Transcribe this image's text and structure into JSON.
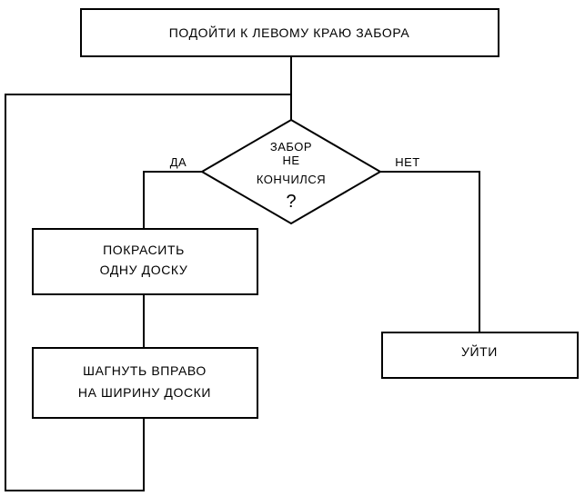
{
  "flowchart": {
    "start_box": {
      "text": "ПОДОЙТИ К ЛЕВОМУ КРАЮ ЗАБОРА"
    },
    "decision": {
      "line1": "ЗАБОР",
      "line2": "НЕ",
      "line3": "КОНЧИЛСЯ",
      "line4": "?"
    },
    "yes_label": "ДА",
    "no_label": "НЕТ",
    "paint_box": {
      "line1": "ПОКРАСИТЬ",
      "line2": "ОДНУ  ДОСКУ"
    },
    "step_box": {
      "line1": "ШАГНУТЬ ВПРАВО",
      "line2": "НА ШИРИНУ ДОСКИ"
    },
    "exit_box": {
      "text": "УЙТИ"
    }
  }
}
